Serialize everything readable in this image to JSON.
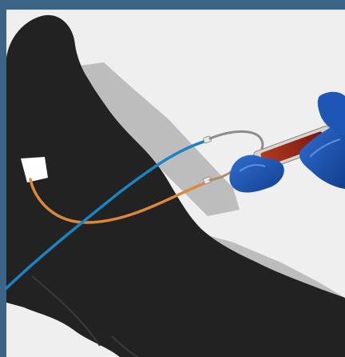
{
  "colors": {
    "frame": "#3b6486",
    "background": "#efefef",
    "silhouette": "#222222",
    "chair_shadow": "#b9b9b9",
    "line_blue": "#1a84c3",
    "line_orange": "#d9883d",
    "glove": "#1d56b5",
    "syringe_fluid": "#8f1d14",
    "dressing": "#ffffff"
  },
  "icons": [
    "patient-silhouette",
    "gloved-hand",
    "syringe",
    "catheter-dressing"
  ]
}
